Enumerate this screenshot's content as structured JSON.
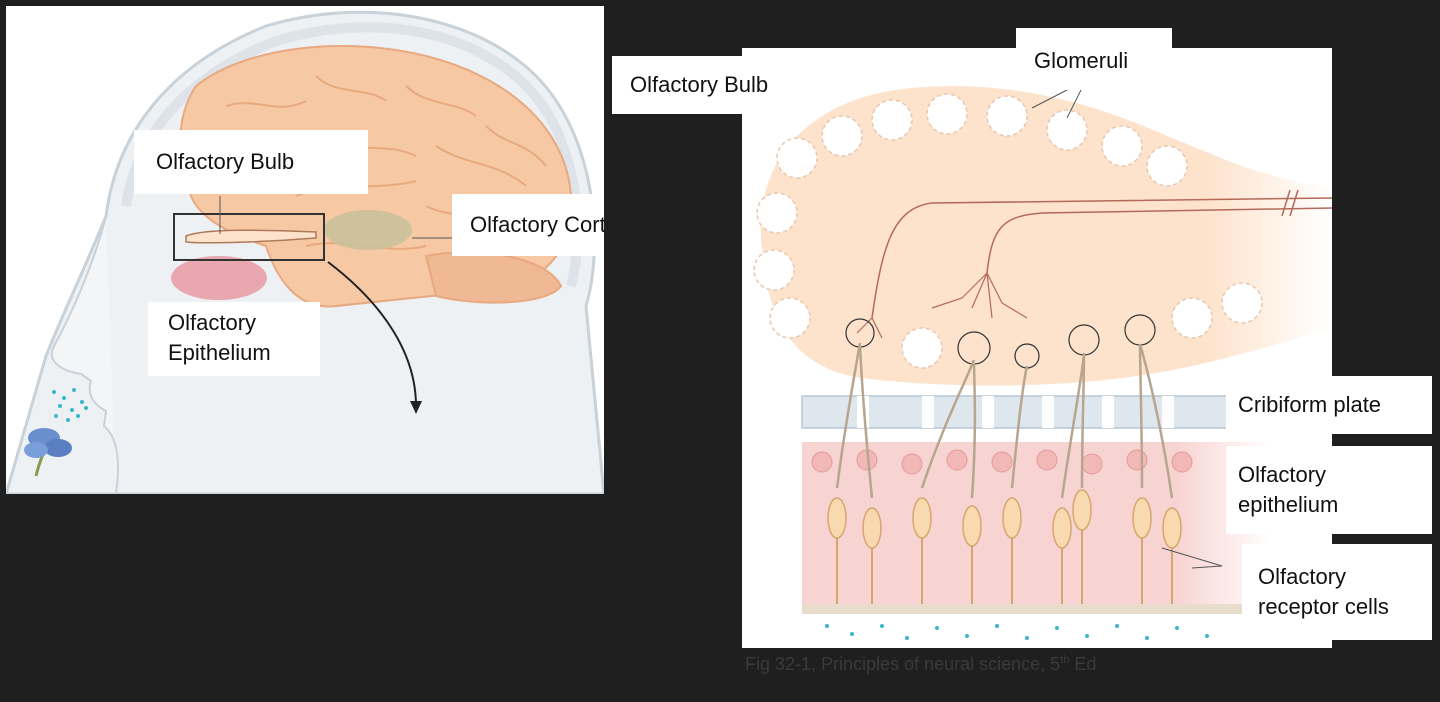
{
  "left_figure": {
    "labels": {
      "bulb": "Olfactory Bulb",
      "cortex": "Olfactory Cortex",
      "epithelium_line1": "Olfactory",
      "epithelium_line2": "Epithelium"
    }
  },
  "right_figure": {
    "labels": {
      "bulb": "Olfactory Bulb",
      "glomeruli": "Glomeruli",
      "cribriform": "Cribiform plate",
      "epithelium_line1": "Olfactory",
      "epithelium_line2": "epithelium",
      "receptor_line1": "Olfactory",
      "receptor_line2": "receptor cells"
    }
  },
  "caption": {
    "prefix": "Fig 32-1, Principles of neural science, 5",
    "sup": "th",
    "suffix": " Ed"
  },
  "colors": {
    "background": "#1f1f1f",
    "panel": "#ffffff",
    "brain": "#f6c9a4",
    "brain_fold": "#e8a981",
    "skull": "#d7dde3",
    "cortex_region": "#c9c19a",
    "epithelium_region": "#e89aa2",
    "bulb_fill": "#fde3cc",
    "glomerulus": "#ffffff",
    "neuron": "#c98a7a",
    "cribriform": "#dfe7ee",
    "odorant": "#3ab7c8",
    "flower": "#6a8fcf"
  }
}
